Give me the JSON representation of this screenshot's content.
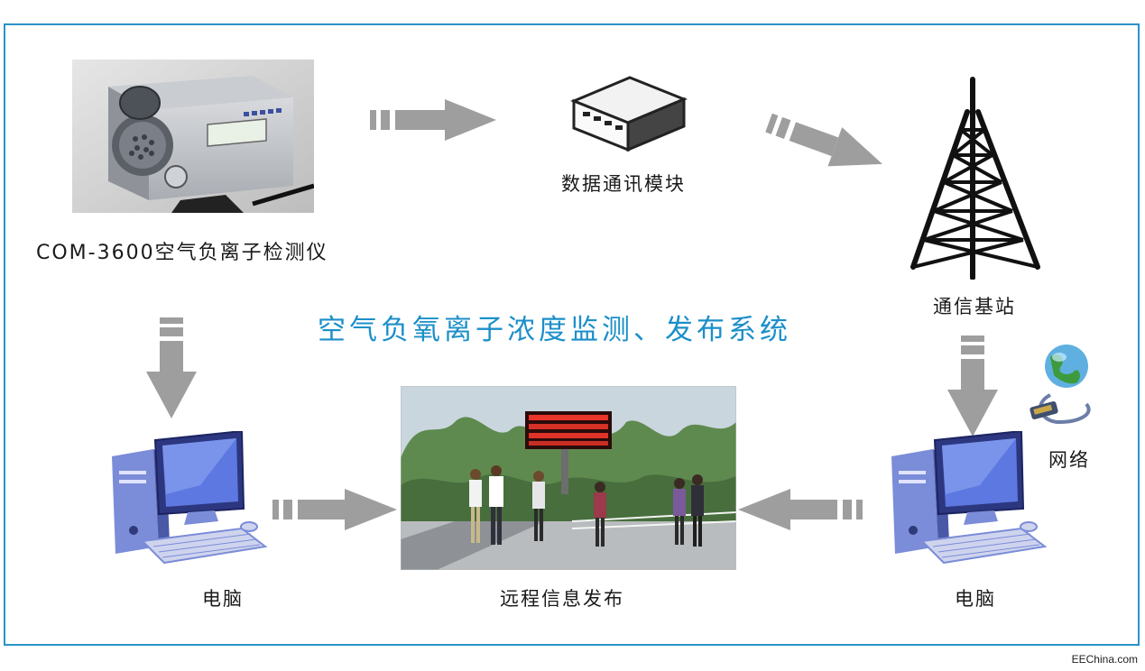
{
  "title": "空气负氧离子浓度监测、发布系统",
  "nodes": {
    "detector": {
      "label": "COM-3600空气负离子检测仪",
      "icon": "detector-instrument-icon"
    },
    "module": {
      "label": "数据通讯模块",
      "icon": "communication-module-icon"
    },
    "tower": {
      "label": "通信基站",
      "icon": "signal-tower-icon"
    },
    "network": {
      "label": "网络",
      "icon": "globe-network-icon"
    },
    "pc_left": {
      "label": "电脑",
      "icon": "desktop-computer-icon"
    },
    "pc_right": {
      "label": "电脑",
      "icon": "desktop-computer-icon"
    },
    "publish": {
      "label": "远程信息发布",
      "icon": "led-display-photo"
    }
  },
  "edges": [
    {
      "from": "detector",
      "to": "module"
    },
    {
      "from": "module",
      "to": "tower"
    },
    {
      "from": "tower",
      "to": "pc_right"
    },
    {
      "from": "pc_right",
      "to": "publish"
    },
    {
      "from": "detector",
      "to": "pc_left"
    },
    {
      "from": "pc_left",
      "to": "publish"
    }
  ],
  "colors": {
    "frame": "#2a93c8",
    "title": "#1c8fc9",
    "arrow": "#9e9e9e"
  },
  "watermark": "EEChina.com"
}
